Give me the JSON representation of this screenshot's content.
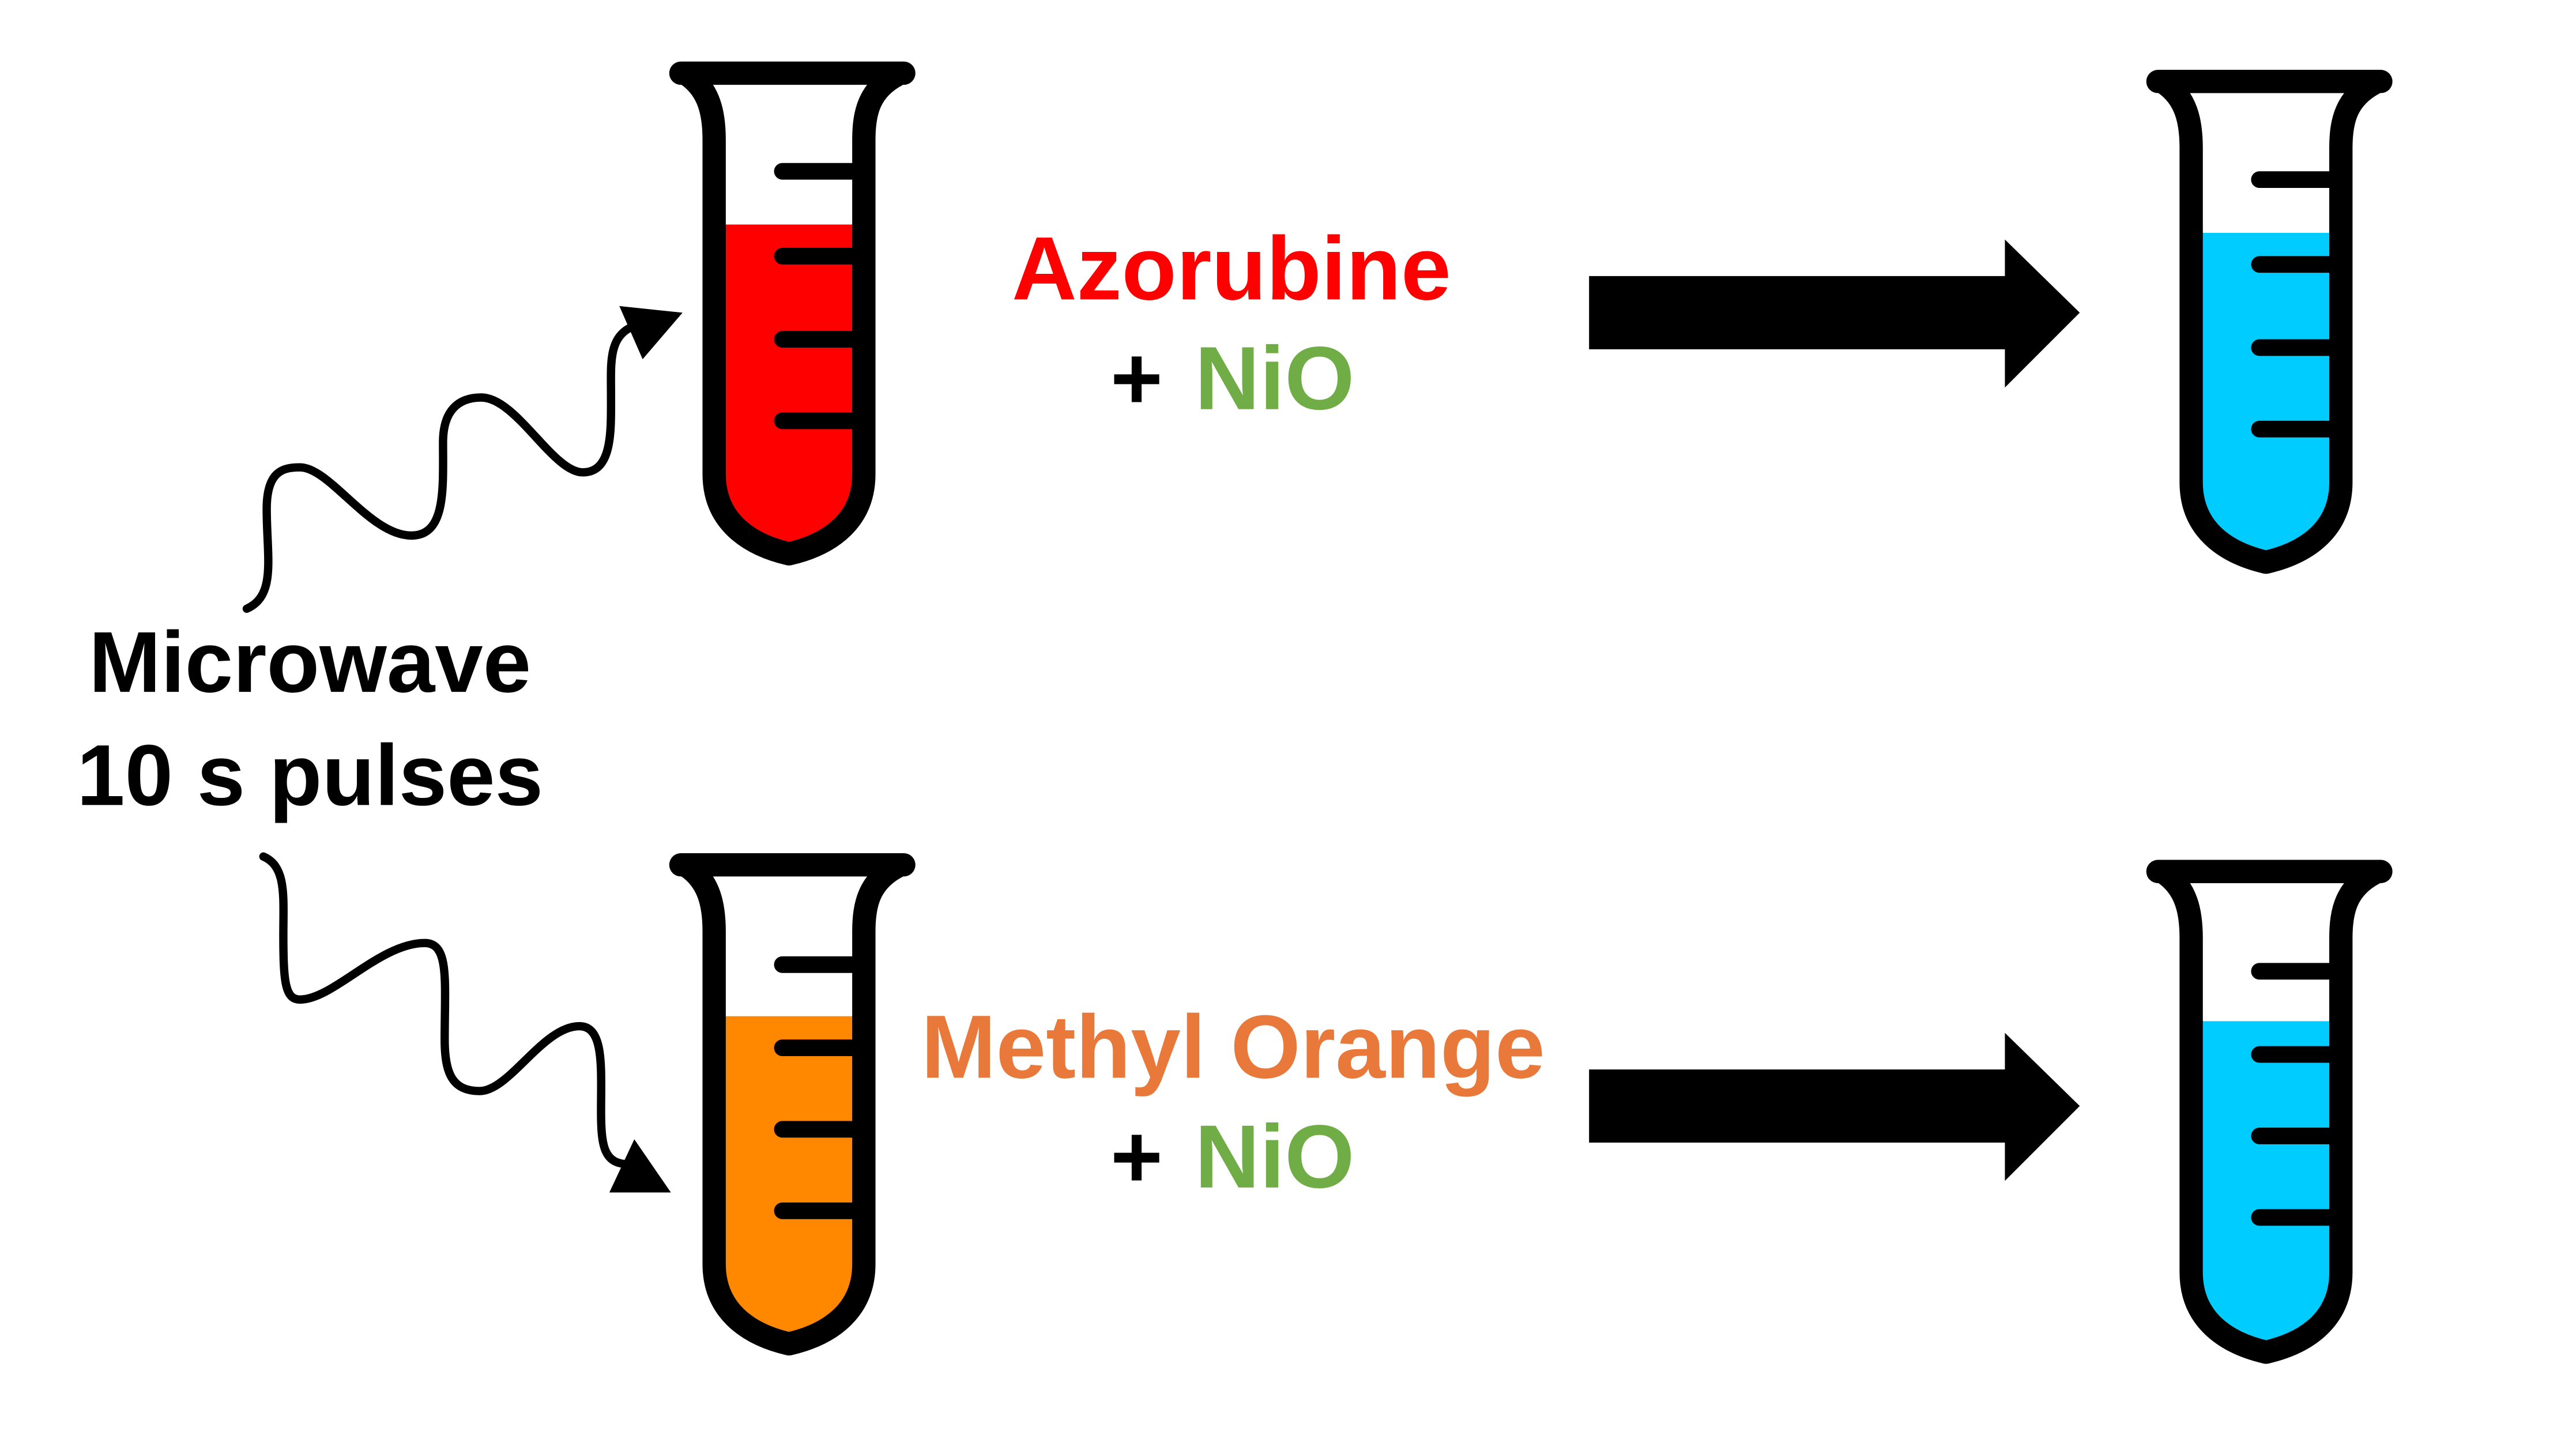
{
  "source": {
    "label_line1": "Microwave",
    "label_line2": "10 s pulses"
  },
  "reactions": [
    {
      "dye": "Azorubine",
      "plus": "+",
      "catalyst": "NiO",
      "dye_color": "#ff0000",
      "before_liquid_color": "#ff0000",
      "after_liquid_color": "#00ccff"
    },
    {
      "dye": "Methyl Orange",
      "plus": "+",
      "catalyst": "NiO",
      "dye_color": "#e8793a",
      "before_liquid_color": "#ff8800",
      "after_liquid_color": "#00ccff"
    }
  ],
  "colors": {
    "catalyst": "#70ad47",
    "ink": "#000000"
  }
}
